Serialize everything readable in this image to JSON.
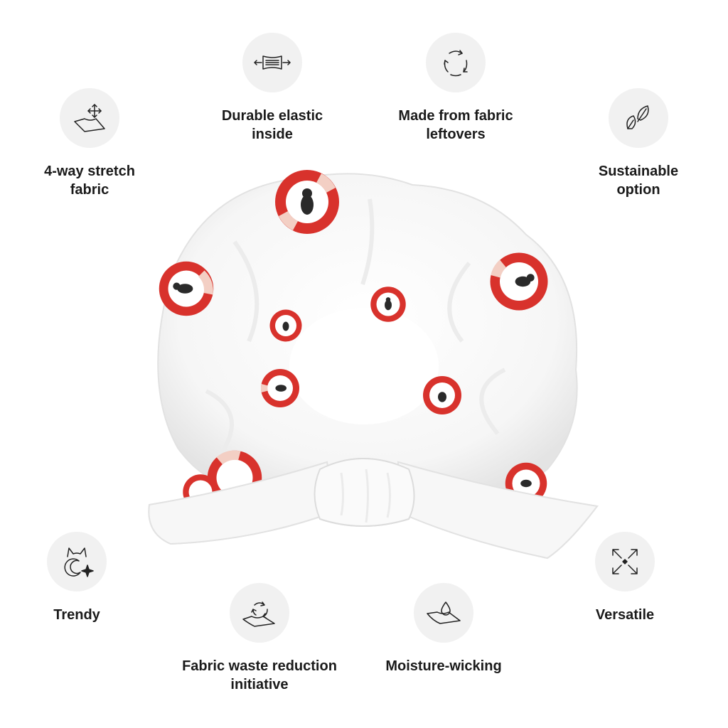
{
  "features": {
    "stretch": {
      "label": "4-way stretch\nfabric",
      "icon": "stretch-arrows-icon"
    },
    "elastic": {
      "label": "Durable elastic\ninside",
      "icon": "elastic-band-icon"
    },
    "leftovers": {
      "label": "Made from fabric\nleftovers",
      "icon": "recycle-arrows-icon"
    },
    "sustain": {
      "label": "Sustainable\noption",
      "icon": "leaf-icon"
    },
    "trendy": {
      "label": "Trendy",
      "icon": "cat-sparkle-icon"
    },
    "waste": {
      "label": "Fabric waste reduction\ninitiative",
      "icon": "fabric-recycle-icon"
    },
    "moisture": {
      "label": "Moisture-wicking",
      "icon": "water-drop-icon"
    },
    "versatile": {
      "label": "Versatile",
      "icon": "expand-arrows-icon"
    }
  },
  "colors": {
    "icon_bg": "#f1f1f1",
    "label_text": "#1a1a1a",
    "pattern_red": "#d8322c",
    "pattern_pink": "#f3cfc4",
    "cat_black": "#2a2a2a"
  }
}
